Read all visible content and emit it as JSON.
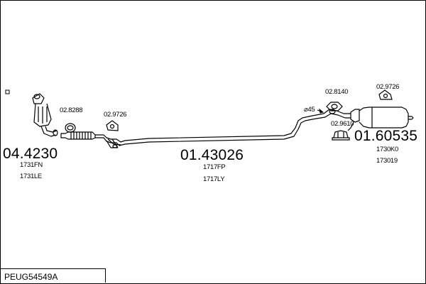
{
  "parts": {
    "catalyst": {
      "number": "04.4230",
      "refs": [
        "1731FN",
        "1731LE"
      ]
    },
    "front_gasket": {
      "number": "02.8288"
    },
    "front_mount": {
      "number": "02.9726"
    },
    "middle_pipe": {
      "number": "01.43026",
      "refs": [
        "1717FP",
        "1717LY"
      ]
    },
    "pipe_diameter": {
      "label": "⌀45"
    },
    "rear_gasket": {
      "number": "02.8140"
    },
    "rear_mount": {
      "number": "02.9726"
    },
    "rear_clamp": {
      "number": "02.9610"
    },
    "rear_silencer": {
      "number": "01.60535",
      "refs": [
        "1730K0",
        "173019"
      ]
    }
  },
  "footer": {
    "reference": "PEUG54549A"
  }
}
